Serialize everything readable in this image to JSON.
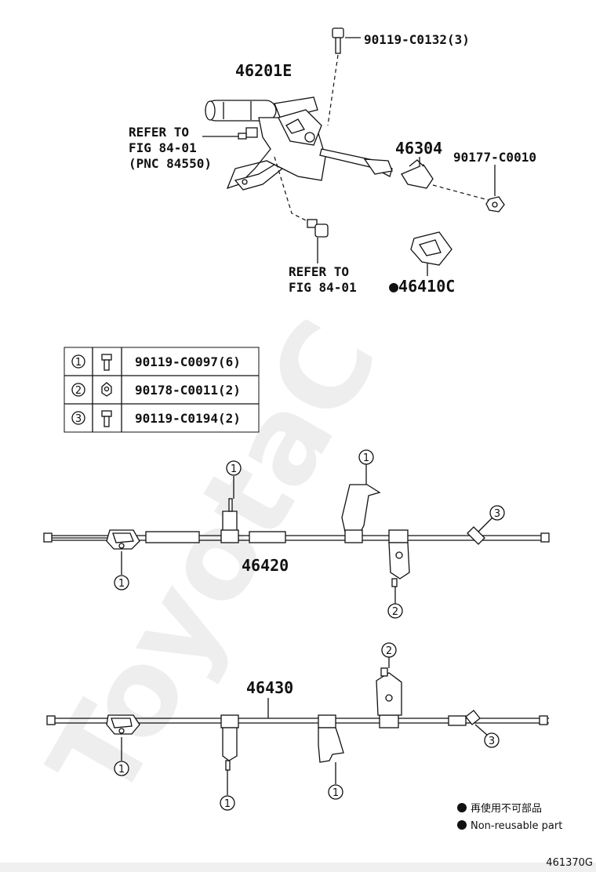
{
  "watermark": "ToyotaC",
  "parts": {
    "lever": "46201E",
    "bolt_top": "90119-C0132(3)",
    "refer1_line1": "REFER TO",
    "refer1_line2": "FIG 84-01",
    "refer1_line3": "(PNC 84550)",
    "clip": "46304",
    "nut": "90177-C0010",
    "refer2_line1": "REFER TO",
    "refer2_line2": "FIG 84-01",
    "retainer": "●46410C",
    "cable_front": "46420",
    "cable_rear": "46430"
  },
  "fastener_table": [
    {
      "num": "1",
      "icon": "bolt-icon",
      "part": "90119-C0097(6)"
    },
    {
      "num": "2",
      "icon": "nut-icon",
      "part": "90178-C0011(2)"
    },
    {
      "num": "3",
      "icon": "bolt-icon",
      "part": "90119-C0194(2)"
    }
  ],
  "callouts": {
    "c1": "1",
    "c2": "2",
    "c3": "3"
  },
  "legend": {
    "jp": "再使用不可部品",
    "en": "Non-reusable part"
  },
  "diagram_id": "461370G"
}
